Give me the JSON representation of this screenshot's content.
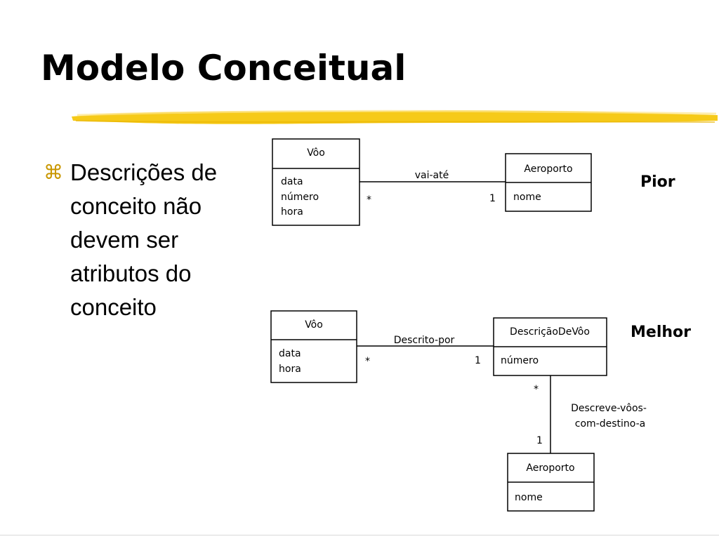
{
  "title": "Modelo Conceitual",
  "bullet_icon": "command-symbol-icon",
  "bullet_text": "Descrições de conceito não devem ser atributos do conceito",
  "colors": {
    "accent_stroke": "#f5c400",
    "bullet": "#c99700"
  },
  "diagram_worse": {
    "label": "Pior",
    "class_left": {
      "name": "Vôo",
      "attributes": [
        "data",
        "número",
        "hora"
      ]
    },
    "class_right": {
      "name": "Aeroporto",
      "attributes": [
        "nome"
      ]
    },
    "association": {
      "name": "vai-até",
      "mult_left": "*",
      "mult_right": "1"
    }
  },
  "diagram_better": {
    "label": "Melhor",
    "class_left": {
      "name": "Vôo",
      "attributes": [
        "data",
        "hora"
      ]
    },
    "class_mid": {
      "name": "DescriçãoDeVôo",
      "attributes": [
        "número"
      ]
    },
    "class_bottom": {
      "name": "Aeroporto",
      "attributes": [
        "nome"
      ]
    },
    "association_1": {
      "name": "Descrito-por",
      "mult_left": "*",
      "mult_right": "1"
    },
    "association_2": {
      "name_line1": "Descreve-vôos-",
      "name_line2": "com-destino-a",
      "mult_top": "*",
      "mult_bottom": "1"
    }
  }
}
